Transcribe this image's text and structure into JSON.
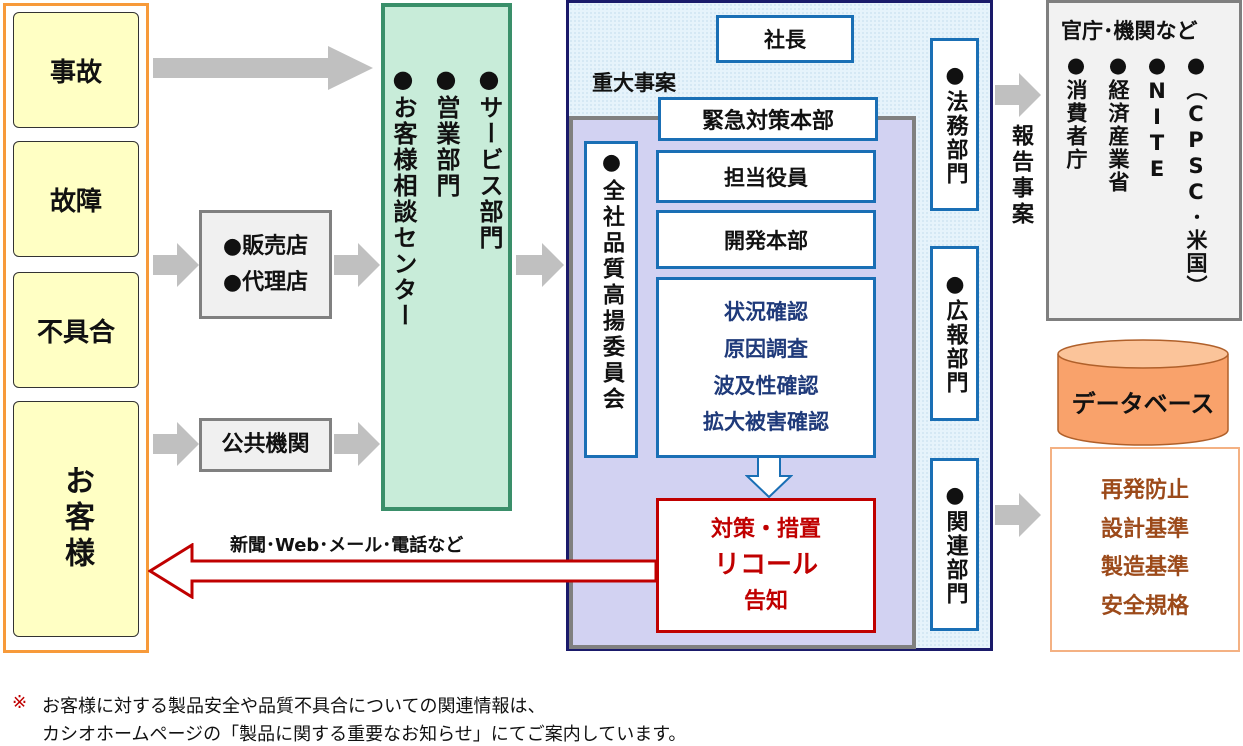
{
  "sources": {
    "items": [
      "事故",
      "故障",
      "不具合",
      "お客様"
    ]
  },
  "intermediaries": {
    "dealers": [
      "●販売店",
      "●代理店"
    ],
    "public": "公共機関"
  },
  "reception": {
    "items": [
      "●サービス部門",
      "●営業部門",
      "●お客様相談センター"
    ]
  },
  "company": {
    "president": "社長",
    "serious_label": "重大事案",
    "hq": "緊急対策本部",
    "committee": "●全社品質高揚委員会",
    "officer": "担当役員",
    "dev": "開発本部",
    "checks": [
      "状況確認",
      "原因調査",
      "波及性確認",
      "拡大被害確認"
    ],
    "measures": [
      "対策・措置",
      "リコール",
      "告知"
    ],
    "departments": [
      "●法務部門",
      "●広報部門",
      "●関連部門"
    ]
  },
  "notify_label": "新聞･Web･メール･電話など",
  "report_label": "報告事案",
  "agencies": {
    "title": "官庁･機関など",
    "items": [
      "●消費者庁",
      "●経済産業省",
      "●NITE",
      "●（CPSC･米国）"
    ]
  },
  "database": {
    "label": "データベース",
    "items": [
      "再発防止",
      "設計基準",
      "製造基準",
      "安全規格"
    ]
  },
  "footnote": {
    "mark": "※",
    "lines": [
      "お客様に対する製品安全や品質不具合についての関連情報は、",
      "カシオホームページの「製品に関する重要なお知らせ」にてご案内しています。"
    ]
  },
  "colors": {
    "orange": "#f79a3a",
    "green": "#3a8f6a",
    "navy": "#1a1a6a",
    "blue": "#1a6fb5",
    "red": "#c00000",
    "arrow": "#c0c0c0"
  }
}
